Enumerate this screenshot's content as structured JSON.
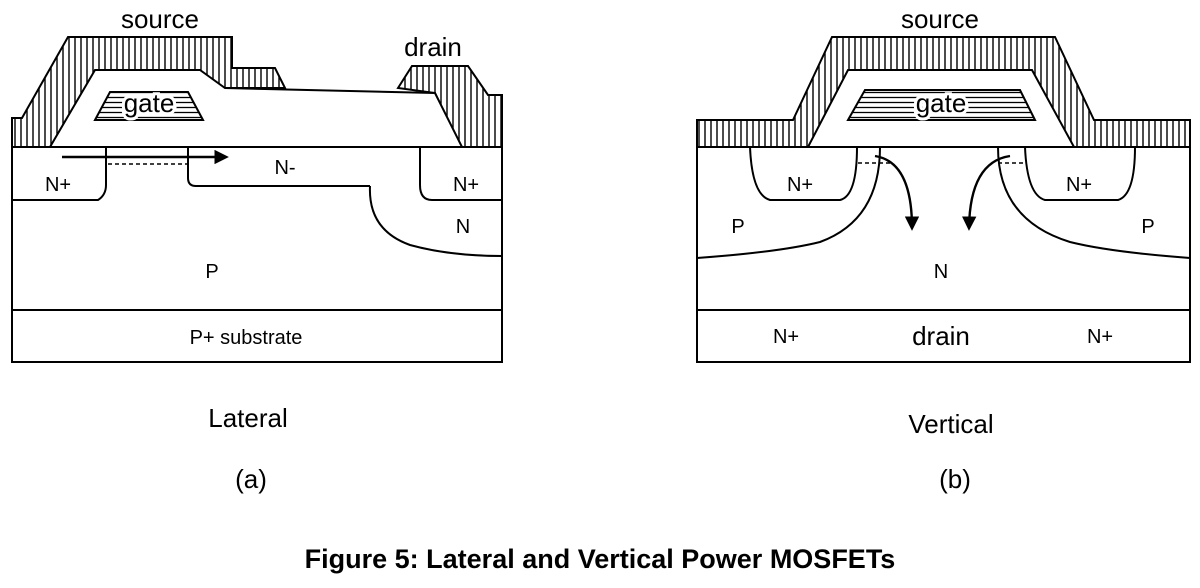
{
  "figure": {
    "caption": "Figure 5: Lateral and Vertical Power MOSFETs"
  },
  "lateral": {
    "source_label": "source",
    "drain_label": "drain",
    "gate_label": "gate",
    "n_plus_left": "N+",
    "n_minus": "N-",
    "n_plus_right": "N+",
    "n_region": "N",
    "p_region": "P",
    "substrate": "P+ substrate",
    "title": "Lateral",
    "sublabel": "(a)"
  },
  "vertical": {
    "source_label": "source",
    "gate_label": "gate",
    "n_plus_left": "N+",
    "n_plus_right": "N+",
    "p_left": "P",
    "p_right": "P",
    "n_region": "N",
    "bottom_n_plus_left": "N+",
    "drain_label": "drain",
    "bottom_n_plus_right": "N+",
    "title": "Vertical",
    "sublabel": "(b)"
  }
}
